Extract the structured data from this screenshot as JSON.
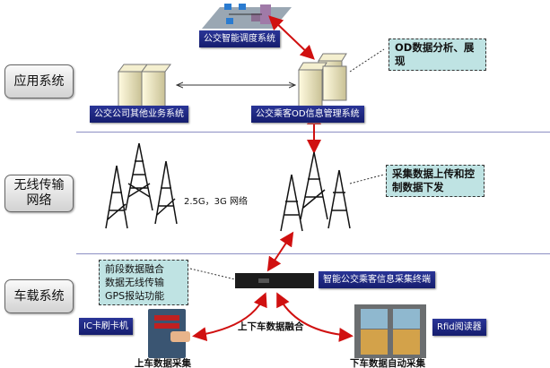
{
  "layers": [
    "应用系统",
    "无线传输\n网络",
    "车载系统"
  ],
  "app": {
    "dispatch": "公交智能调度系统",
    "other": "公交公司其他业务系统",
    "od_system": "公交乘客OD信息管理系统",
    "od_note": "OD数据分析、展现"
  },
  "wireless": {
    "network": "2.5G，3G 网络",
    "note": "采集数据上传和控制数据下发"
  },
  "vehicle": {
    "note": [
      "前段数据融合",
      "数据无线传输",
      "GPS报站功能"
    ],
    "terminal": "智能公交乘客信息采集终端",
    "ic": "IC卡刷卡机",
    "rfid": "Rfid阅读器",
    "merge": "上下车数据融合",
    "board": "上车数据采集",
    "alight": "下车数据自动采集"
  },
  "colors": {
    "label_bg": "#1e278a",
    "note_bg": "#bfe3e3",
    "arrow": "#d01010",
    "separator": "#8d8fc4"
  }
}
